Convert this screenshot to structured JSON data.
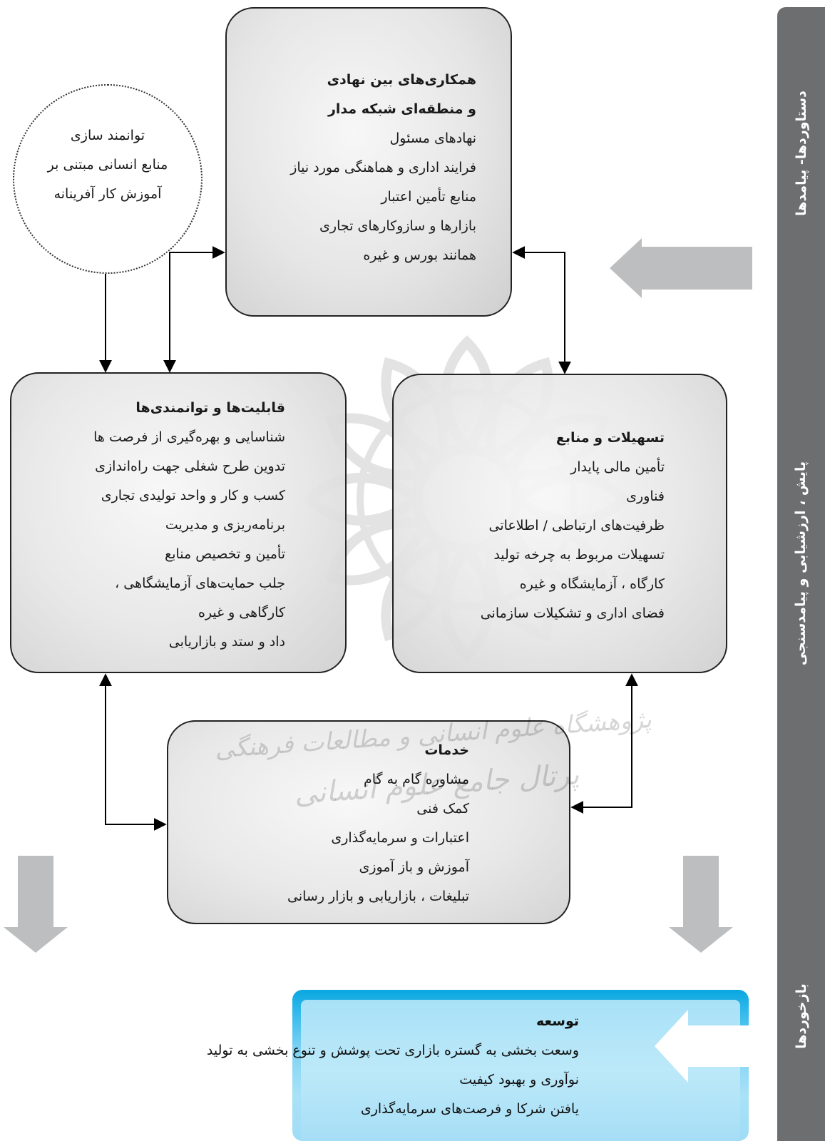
{
  "sidebar": {
    "label_top": "دستاوردها- پیامدها",
    "label_middle": "پایش ، ارزشیابی و پیامدسنجی",
    "label_bottom": "بازخوردها"
  },
  "circle": {
    "lines": [
      "توانمند سازی",
      "منابع انسانی  مبتنی بر",
      "آموزش کار آفرینانه"
    ]
  },
  "box_top": {
    "title_lines": [
      "همکاری‌های بین نهادی",
      "و منطقه‌ای شبکه مدار"
    ],
    "lines": [
      "نهادهای مسئول",
      "فرایند اداری و هماهنگی مورد نیاز",
      "منابع تأمین اعتبار",
      "بازارها و سازوکارهای تجاری",
      "همانند بورس و غیره"
    ]
  },
  "box_left": {
    "title": "قابلیت‌ها و توانمندی‌ها",
    "lines": [
      "شناسایی و بهره‌گیری از فرصت ها",
      "تدوین طرح شغلی جهت راه‌اندازی",
      "کسب و کار و واحد تولیدی تجاری",
      "برنامه‌ریزی و مدیریت",
      "تأمین و تخصیص منابع",
      "جلب حمایت‌های آزمایشگاهی ،",
      "کارگاهی و غیره",
      "داد و ستد و بازاریابی"
    ]
  },
  "box_right": {
    "title": "تسهیلات و منابع",
    "lines": [
      "تأمین مالی پایدار",
      "فناوری",
      "ظرفیت‌های ارتباطی / اطلاعاتی",
      "تسهیلات مربوط به چرخه تولید",
      "کارگاه ، آزمایشگاه و غیره",
      "فضای اداری و تشکیلات سازمانی"
    ]
  },
  "box_bottom": {
    "title": "خدمات",
    "lines": [
      "مشاوره گام به گام",
      "کمک فنی",
      "اعتبارات و سرمایه‌گذاری",
      "آموزش و باز آموزی",
      "تبلیغات ، بازاریابی و بازار رسانی"
    ]
  },
  "development": {
    "title": "توسعه",
    "lines": [
      "وسعت بخشی به گستره بازاری تحت پوشش و تنوع بخشی به تولید",
      "نوآوری و بهبود کیفیت",
      "یافتن شرکا و فرصت‌های سرمایه‌گذاری"
    ]
  },
  "watermark": {
    "line1": "پژوهشگاه علوم انسانی و مطالعات فرهنگی",
    "line2": "پرتال جامع علوم انسانی"
  },
  "colors": {
    "sidebar": "#6d6e70",
    "box_fill": "#e6e6e6",
    "big_arrow": "#bdbec0",
    "development": "#7fd3f3"
  }
}
